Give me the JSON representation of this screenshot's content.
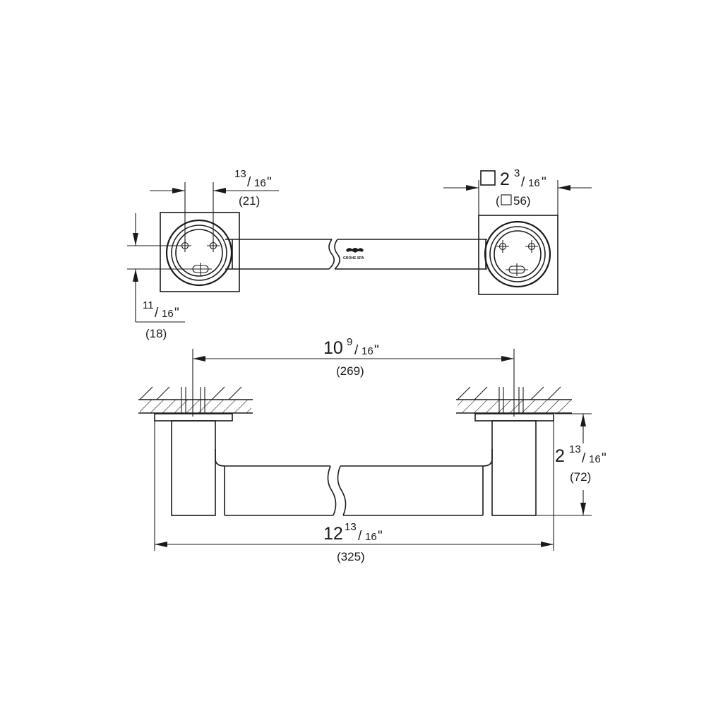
{
  "dimensions": {
    "hole_spacing": {
      "whole": "",
      "num": "13",
      "den": "16",
      "unit": "\"",
      "metric": "(21)"
    },
    "hole_offset": {
      "whole": "",
      "num": "11",
      "den": "16",
      "unit": "\"",
      "metric": "(18)"
    },
    "flange_size": {
      "whole": "2",
      "num": "3",
      "den": "16",
      "unit": "\"",
      "metric_prefix": "(",
      "metric_value": "56)"
    },
    "center_distance": {
      "whole": "10",
      "num": "9",
      "den": "16",
      "unit": "\"",
      "metric": "(269)"
    },
    "projection": {
      "whole": "2",
      "num": "13",
      "den": "16",
      "unit": "\"",
      "metric": "(72)"
    },
    "overall_length": {
      "whole": "12",
      "num": "13",
      "den": "16",
      "unit": "\"",
      "metric": "(325)"
    }
  },
  "logo_text": "GROHE SPA"
}
